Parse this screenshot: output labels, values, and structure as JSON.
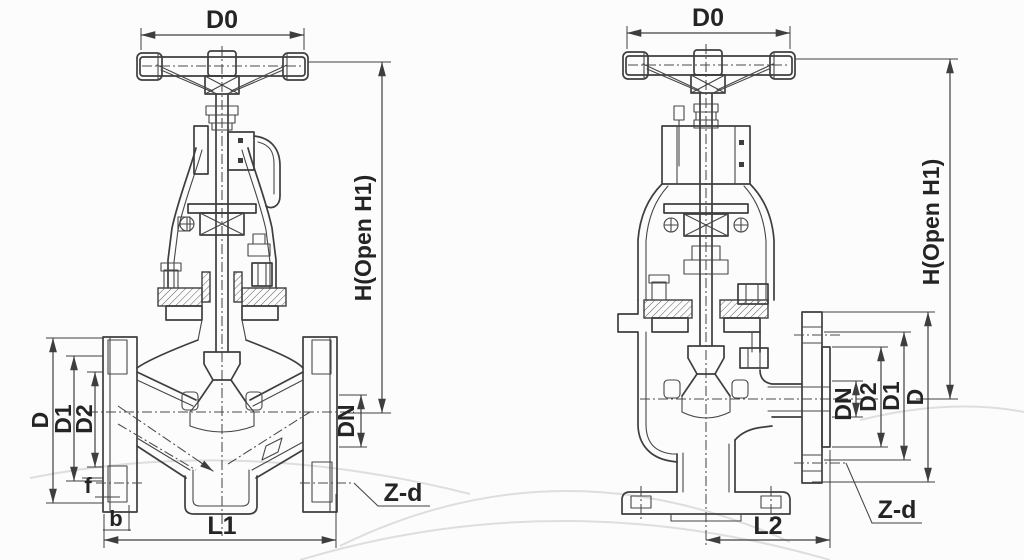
{
  "page": {
    "background": "#fcfcfc"
  },
  "drawing": {
    "stroke_color": "#3e3e3e",
    "centerline_color": "#4a4a4a",
    "faint_color": "#dedede",
    "views": {
      "left": {
        "labels": {
          "d0": "D0",
          "h": "H(Open H1)",
          "d": "D",
          "d1": "D1",
          "d2": "D2",
          "dn": "DN",
          "f": "f",
          "b": "b",
          "length": "L1",
          "zd": "Z-d"
        }
      },
      "right": {
        "labels": {
          "d0": "D0",
          "h": "H(Open H1)",
          "dn": "DN",
          "d2": "D2",
          "d1": "D1",
          "d": "D",
          "length": "L2",
          "zd": "Z-d"
        }
      }
    }
  }
}
